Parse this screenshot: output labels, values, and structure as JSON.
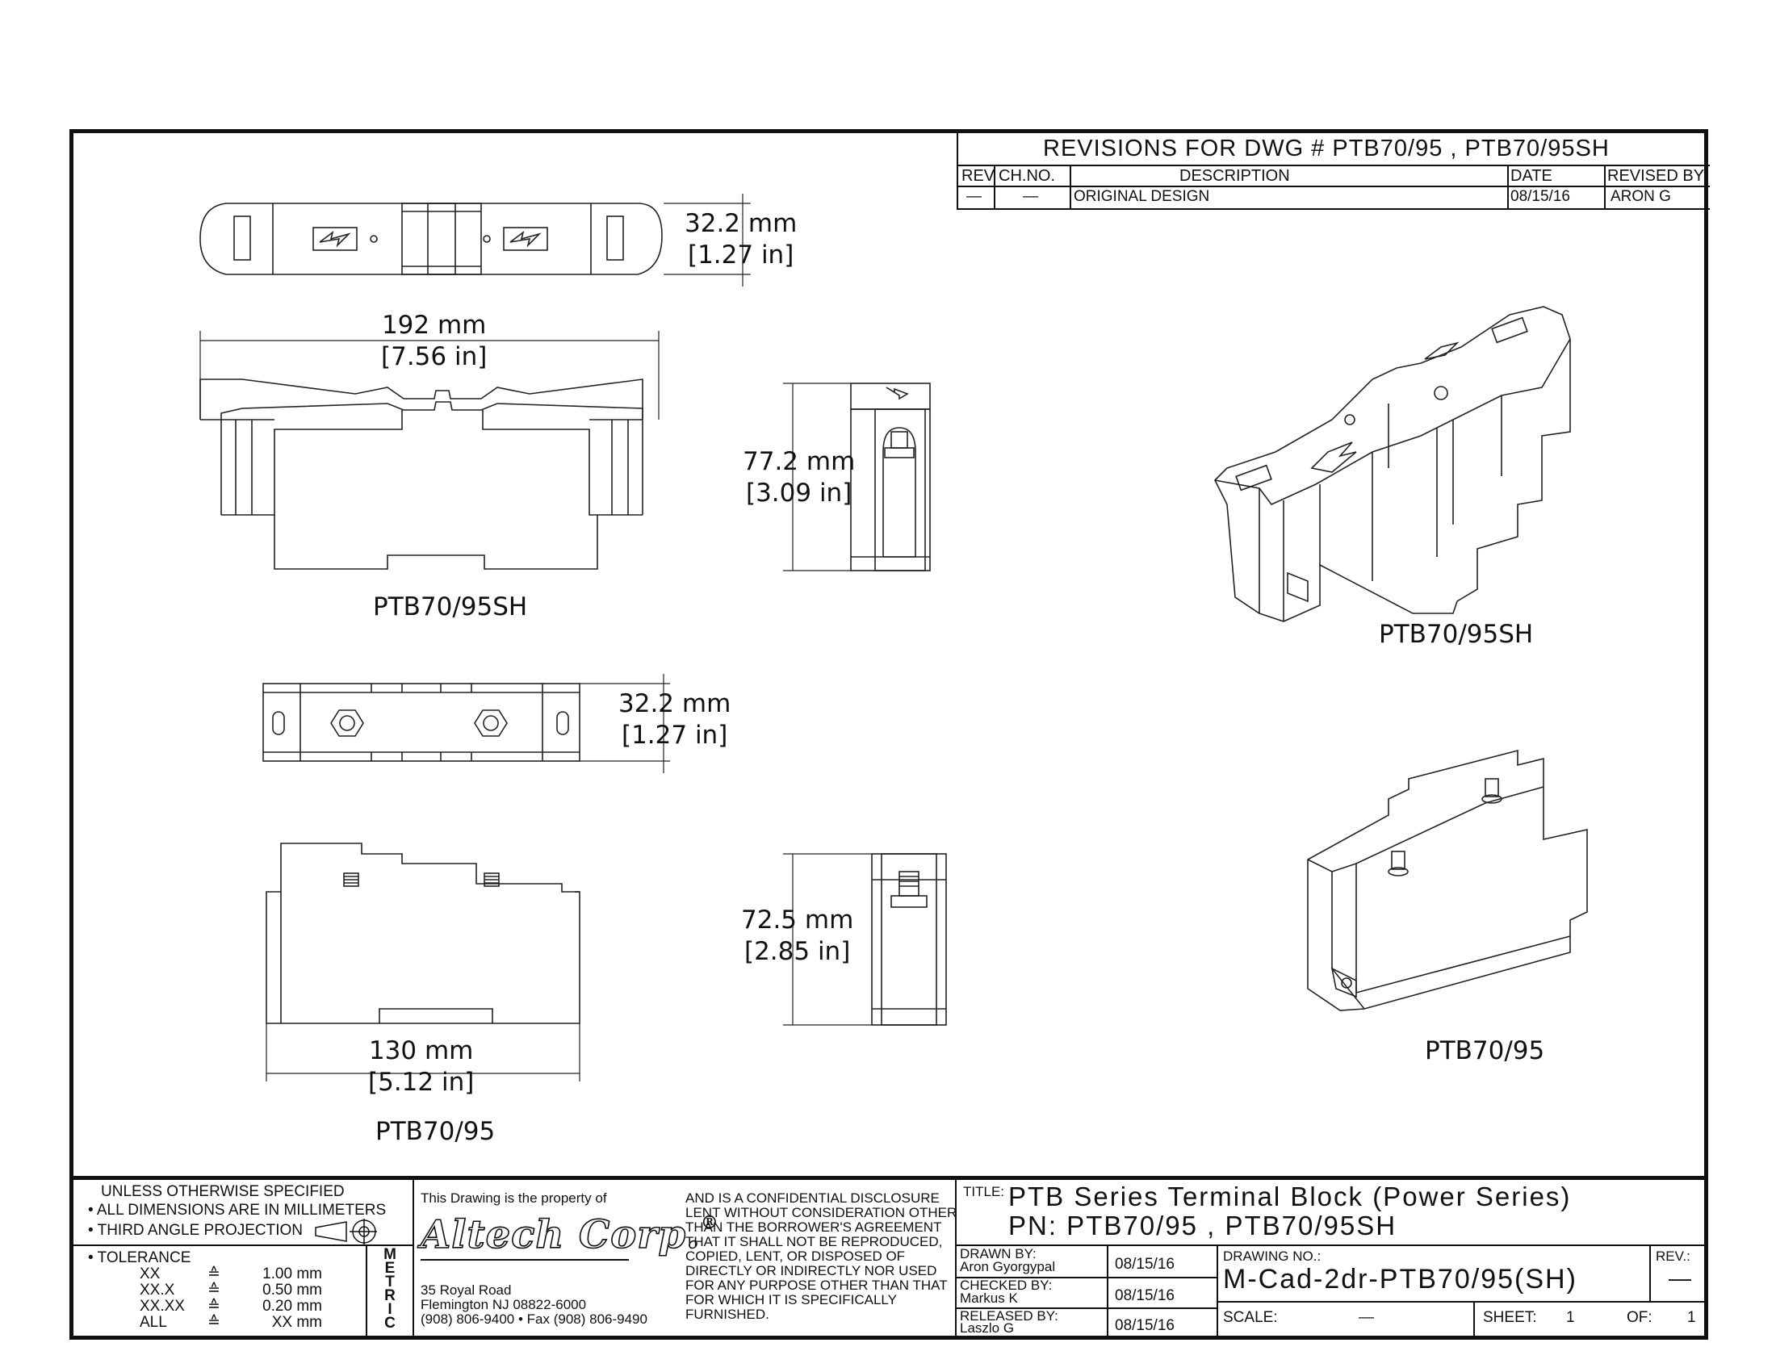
{
  "revisions": {
    "title": "REVISIONS FOR DWG # PTB70/95 , PTB70/95SH",
    "headers": [
      "REV",
      "CH.NO.",
      "DESCRIPTION",
      "DATE",
      "REVISED BY"
    ],
    "rows": [
      {
        "rev": "—",
        "chno": "—",
        "description": "ORIGINAL DESIGN",
        "date": "08/15/16",
        "revised_by": "ARON G"
      }
    ]
  },
  "views": {
    "top_sh": {
      "dim_mm": "32.2 mm",
      "dim_in": "[1.27 in]"
    },
    "front_sh": {
      "dim_mm": "192 mm",
      "dim_in": "[7.56 in]",
      "label": "PTB70/95SH"
    },
    "side_sh": {
      "dim_mm": "77.2 mm",
      "dim_in": "[3.09 in]"
    },
    "iso_sh": {
      "label": "PTB70/95SH"
    },
    "top_std": {
      "dim_mm": "32.2 mm",
      "dim_in": "[1.27 in]"
    },
    "front_std": {
      "dim_mm": "130 mm",
      "dim_in": "[5.12 in]",
      "label": "PTB70/95"
    },
    "side_std": {
      "dim_mm": "72.5 mm",
      "dim_in": "[2.85 in]"
    },
    "iso_std": {
      "label": "PTB70/95"
    }
  },
  "notes": {
    "line1": "UNLESS OTHERWISE SPECIFIED",
    "line2": "• ALL DIMENSIONS ARE IN MILLIMETERS",
    "line3": "• THIRD ANGLE PROJECTION",
    "tolerance_title": "• TOLERANCE",
    "tolerances": [
      {
        "fmt": "XX",
        "sym": "≙",
        "val": "1.00 mm"
      },
      {
        "fmt": "XX.X",
        "sym": "≙",
        "val": "0.50 mm"
      },
      {
        "fmt": "XX.XX",
        "sym": "≙",
        "val": "0.20 mm"
      },
      {
        "fmt": "ALL",
        "sym": "≙",
        "val": "XX mm"
      }
    ],
    "metric": [
      "M",
      "E",
      "T",
      "R",
      "I",
      "C"
    ]
  },
  "company": {
    "property_text": "This Drawing is the property of",
    "name": "Altech Corp.",
    "reg": "®",
    "address1": "35 Royal Road",
    "address2": "Flemington NJ 08822-6000",
    "phone": "(908) 806-9400 • Fax (908) 806-9490",
    "disclosure": [
      "AND IS A CONFIDENTIAL DISCLOSURE",
      "LENT WITHOUT CONSIDERATION OTHER",
      "THAN THE BORROWER'S AGREEMENT",
      "THAT IT SHALL NOT BE REPRODUCED,",
      "COPIED, LENT, OR DISPOSED OF",
      "DIRECTLY OR INDIRECTLY NOR USED",
      "FOR ANY PURPOSE OTHER THAN THAT",
      "FOR WHICH IT IS SPECIFICALLY",
      "FURNISHED."
    ]
  },
  "titleblock": {
    "title_label": "TITLE:",
    "title": "PTB Series Terminal Block (Power Series)",
    "pn": "PN: PTB70/95 , PTB70/95SH",
    "drawn_label": "DRAWN BY:",
    "drawn_name": "Aron Gyorgypal",
    "drawn_date": "08/15/16",
    "checked_label": "CHECKED BY:",
    "checked_name": "Markus K",
    "checked_date": "08/15/16",
    "released_label": "RELEASED BY:",
    "released_name": "Laszlo G",
    "released_date": "08/15/16",
    "drawing_no_label": "DRAWING NO.:",
    "drawing_no": "M-Cad-2dr-PTB70/95(SH)",
    "rev_label": "REV.:",
    "rev": "—",
    "scale_label": "SCALE:",
    "scale": "—",
    "sheet_label": "SHEET:",
    "sheet": "1",
    "of_label": "OF:",
    "of": "1"
  }
}
